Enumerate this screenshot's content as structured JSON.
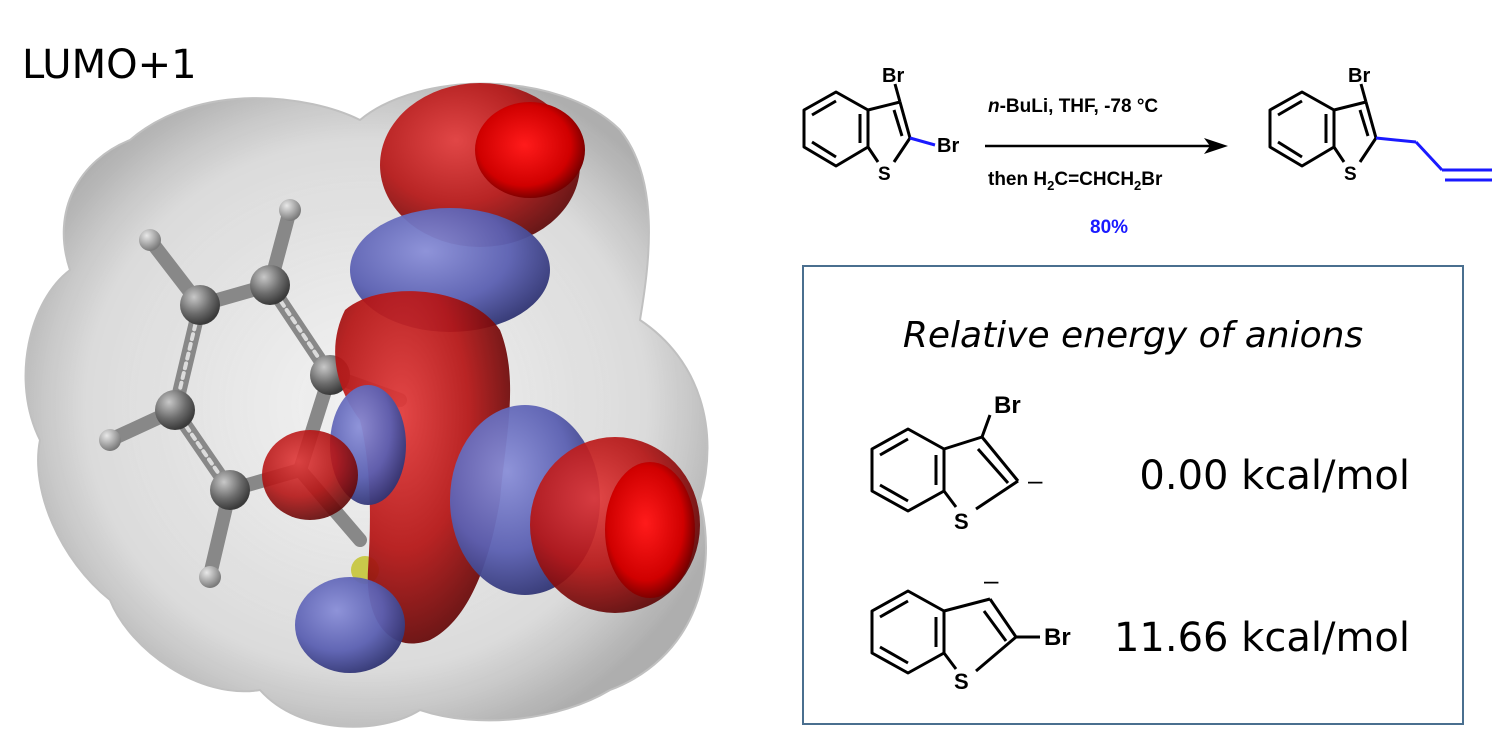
{
  "orbital": {
    "label": "LUMO+1"
  },
  "reaction": {
    "reactant_labels": {
      "br_top": "Br",
      "br_side": "Br",
      "s": "S"
    },
    "product_labels": {
      "br_top": "Br",
      "s": "S"
    },
    "reagents": {
      "line1_prefix": "n",
      "line1_rest": "-BuLi, THF, -78 °C",
      "line2_a": "then H",
      "line2_sub1": "2",
      "line2_b": "C=CHCH",
      "line2_sub2": "2",
      "line2_c": "Br",
      "yield": "80%"
    }
  },
  "energy_box": {
    "title": "Relative energy of anions",
    "anions": [
      {
        "br": "Br",
        "s": "S",
        "charge": "–",
        "energy": "0.00 kcal/mol"
      },
      {
        "br": "Br",
        "s": "S",
        "charge": "–",
        "energy": "11.66 kcal/mol"
      }
    ]
  },
  "colors": {
    "highlight_blue": "#1a1aff",
    "lobe_red": "#b01010",
    "lobe_blue": "#5a5fb0",
    "box_border": "#4a6f8f"
  }
}
